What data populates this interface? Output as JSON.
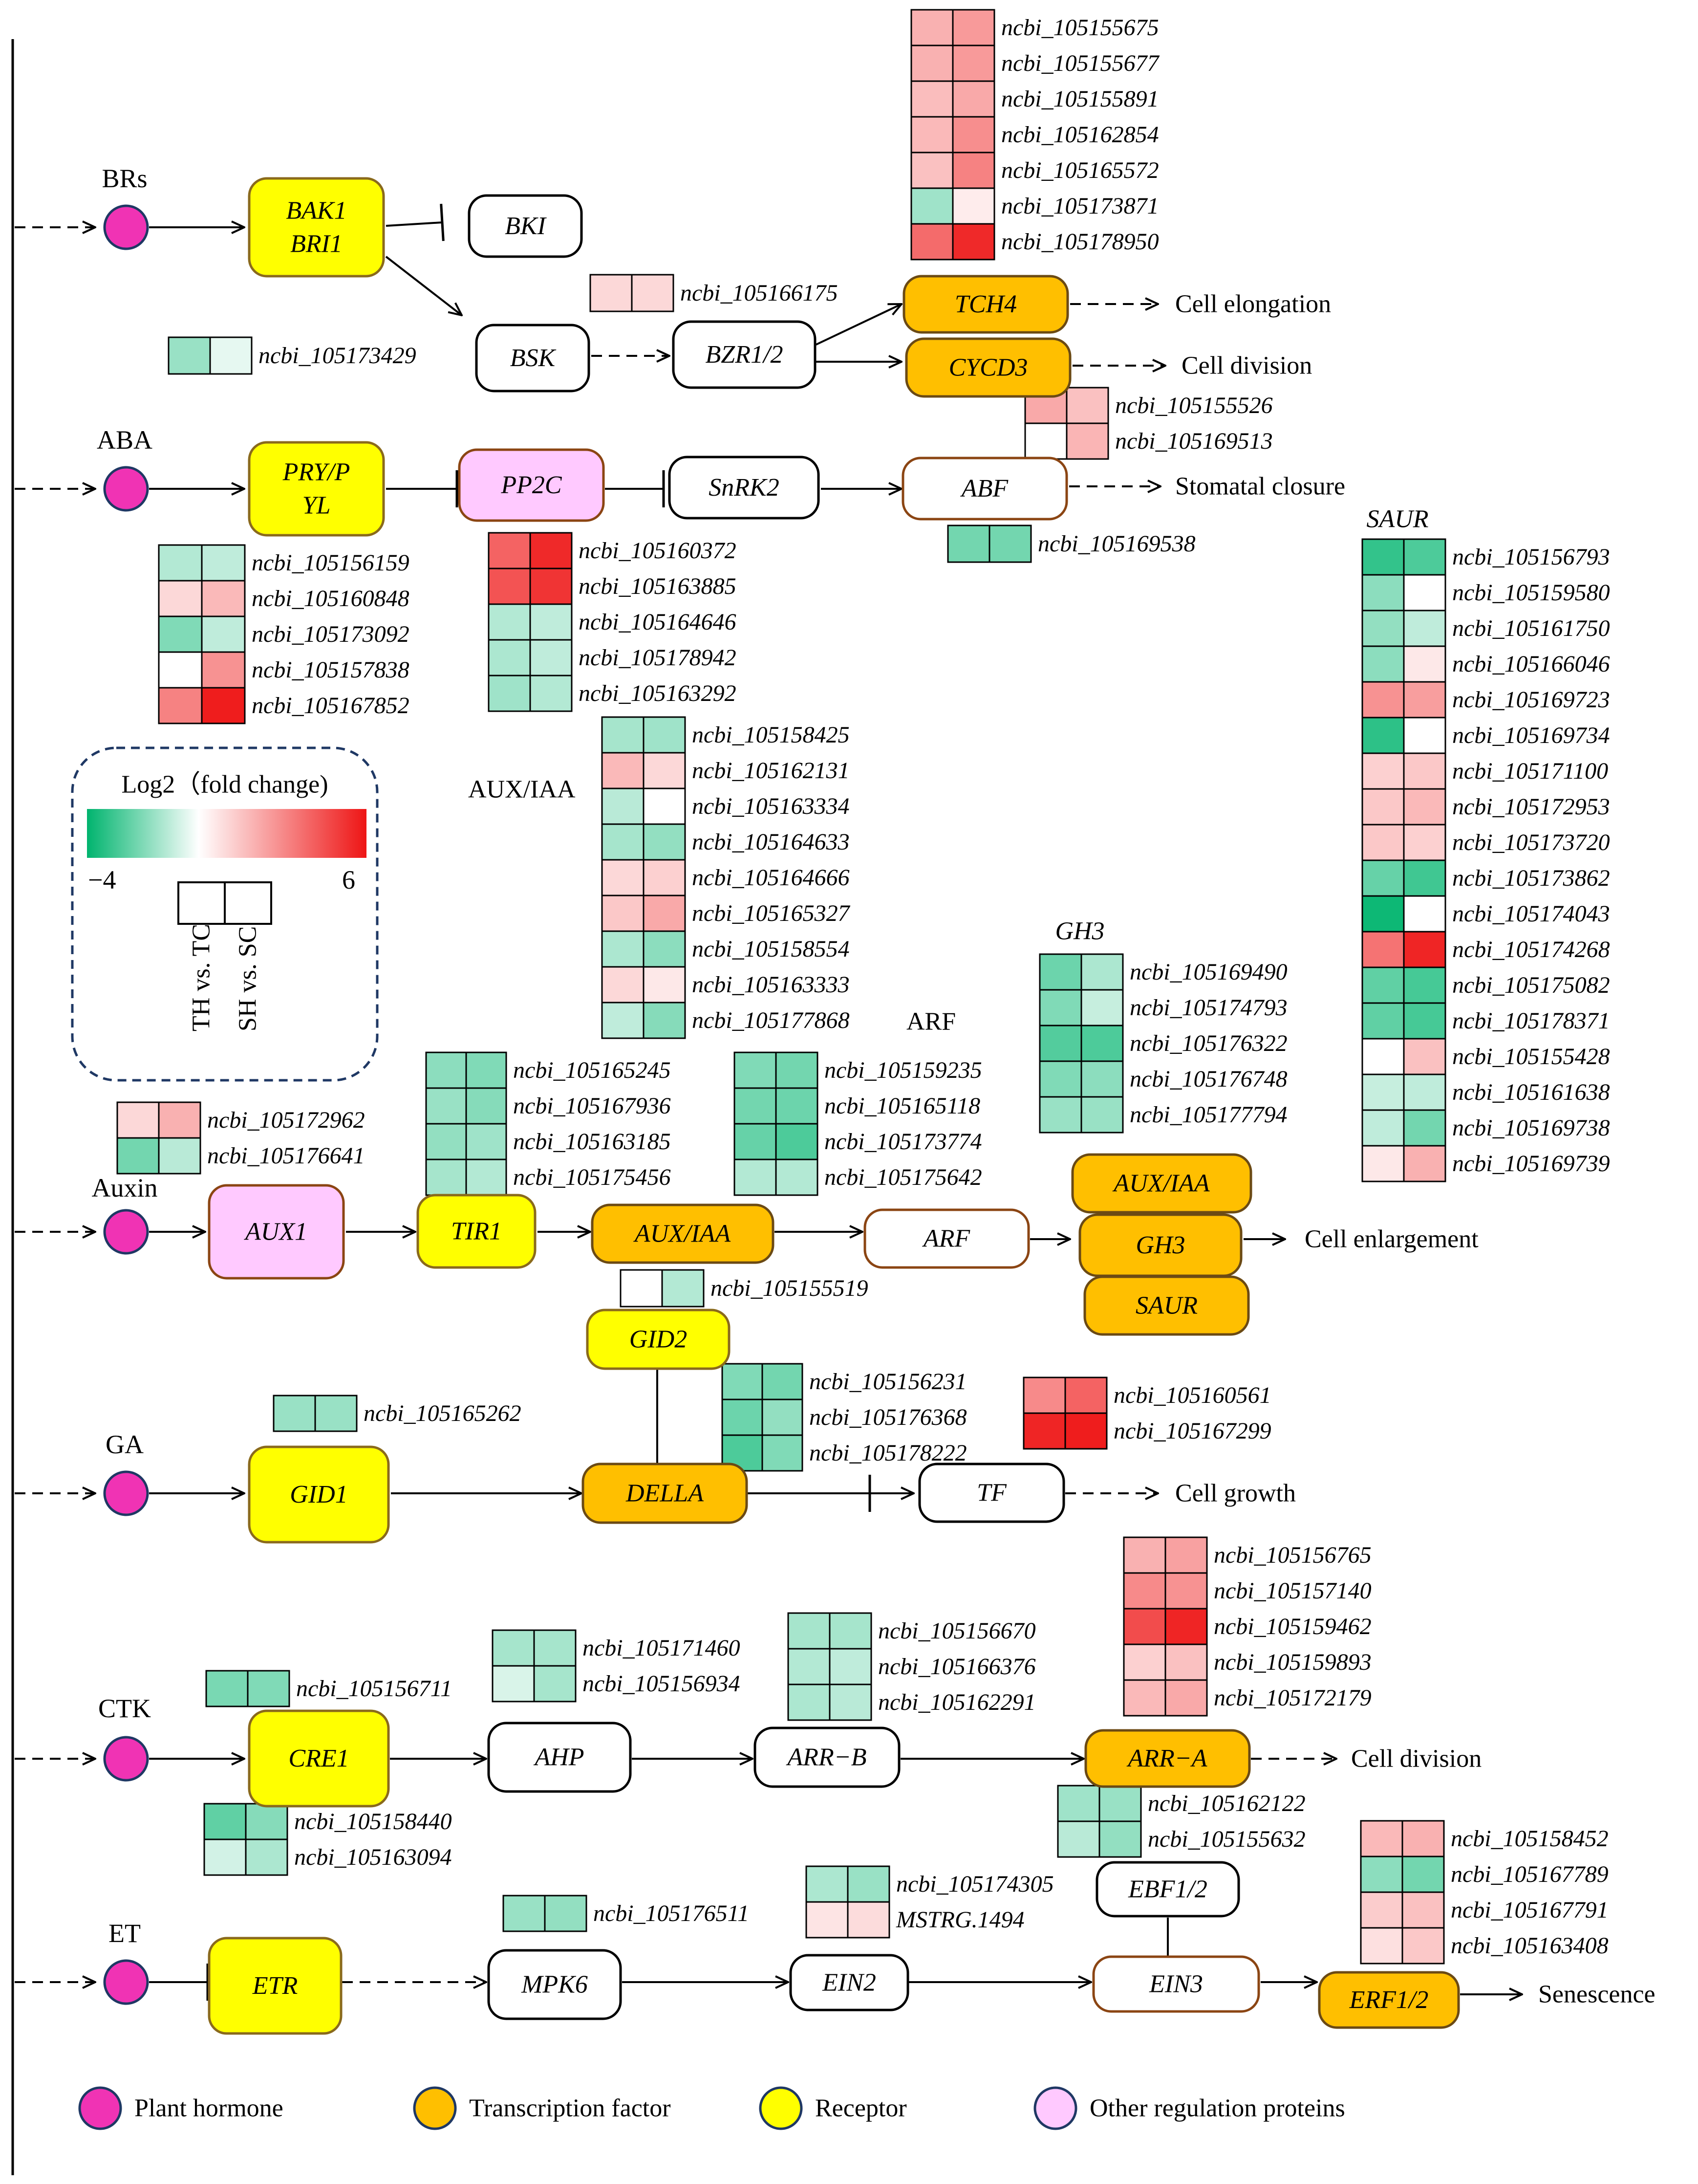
{
  "colors": {
    "hormone": "#f033b4",
    "tf": "#ffbf00",
    "receptor": "#ffff00",
    "other": "#ffc9ff",
    "scale_low": "#00b46e",
    "scale_mid": "#ffffff",
    "scale_high": "#ee1515"
  },
  "pathways": [
    {
      "id": "br",
      "label": "BRs"
    },
    {
      "id": "aba",
      "label": "ABA"
    },
    {
      "id": "auxin",
      "label": "Auxin"
    },
    {
      "id": "ga",
      "label": "GA"
    },
    {
      "id": "ctk",
      "label": "CTK"
    },
    {
      "id": "et",
      "label": "ET"
    }
  ],
  "nodes": [
    {
      "id": "bak1",
      "lines": [
        "BAK1",
        "BRI1"
      ],
      "kind": "receptor"
    },
    {
      "id": "bki",
      "lines": [
        "BKI"
      ],
      "kind": "plain"
    },
    {
      "id": "bsk",
      "lines": [
        "BSK"
      ],
      "kind": "plain"
    },
    {
      "id": "bzr",
      "lines": [
        "BZR1/2"
      ],
      "kind": "plain"
    },
    {
      "id": "tch4",
      "lines": [
        "TCH4"
      ],
      "kind": "tf"
    },
    {
      "id": "cycd3",
      "lines": [
        "CYCD3"
      ],
      "kind": "tf"
    },
    {
      "id": "pyl",
      "lines": [
        "PRY/P",
        "YL"
      ],
      "kind": "receptor"
    },
    {
      "id": "pp2c",
      "lines": [
        "PP2C"
      ],
      "kind": "other"
    },
    {
      "id": "snrk2",
      "lines": [
        "SnRK2"
      ],
      "kind": "plain"
    },
    {
      "id": "abf",
      "lines": [
        "ABF"
      ],
      "kind": "brown"
    },
    {
      "id": "aux1",
      "lines": [
        "AUX1"
      ],
      "kind": "other"
    },
    {
      "id": "tir1",
      "lines": [
        "TIR1"
      ],
      "kind": "receptor"
    },
    {
      "id": "auxiaa",
      "lines": [
        "AUX/IAA"
      ],
      "kind": "tf"
    },
    {
      "id": "arf",
      "lines": [
        "ARF"
      ],
      "kind": "brown"
    },
    {
      "id": "auxiaa2",
      "lines": [
        "AUX/IAA"
      ],
      "kind": "tf"
    },
    {
      "id": "gh3",
      "lines": [
        "GH3"
      ],
      "kind": "tf"
    },
    {
      "id": "saur",
      "lines": [
        "SAUR"
      ],
      "kind": "tf"
    },
    {
      "id": "gid2",
      "lines": [
        "GID2"
      ],
      "kind": "receptor"
    },
    {
      "id": "gid1",
      "lines": [
        "GID1"
      ],
      "kind": "receptor"
    },
    {
      "id": "della",
      "lines": [
        "DELLA"
      ],
      "kind": "tf"
    },
    {
      "id": "tf",
      "lines": [
        "TF"
      ],
      "kind": "plain"
    },
    {
      "id": "cre1",
      "lines": [
        "CRE1"
      ],
      "kind": "receptor"
    },
    {
      "id": "ahp",
      "lines": [
        "AHP"
      ],
      "kind": "plain"
    },
    {
      "id": "arrb",
      "lines": [
        "ARR−B"
      ],
      "kind": "plain"
    },
    {
      "id": "arra",
      "lines": [
        "ARR−A"
      ],
      "kind": "tf"
    },
    {
      "id": "etr",
      "lines": [
        "ETR"
      ],
      "kind": "receptor"
    },
    {
      "id": "mpk6",
      "lines": [
        "MPK6"
      ],
      "kind": "plain"
    },
    {
      "id": "ein2",
      "lines": [
        "EIN2"
      ],
      "kind": "plain"
    },
    {
      "id": "ebf",
      "lines": [
        "EBF1/2"
      ],
      "kind": "plain"
    },
    {
      "id": "ein3",
      "lines": [
        "EIN3"
      ],
      "kind": "brown"
    },
    {
      "id": "erf",
      "lines": [
        "ERF1/2"
      ],
      "kind": "tf"
    }
  ],
  "outcomes": [
    {
      "id": "o1",
      "label": "Cell elongation"
    },
    {
      "id": "o2",
      "label": "Cell division"
    },
    {
      "id": "o3",
      "label": "Stomatal closure"
    },
    {
      "id": "o4",
      "label": "Cell enlargement"
    },
    {
      "id": "o5",
      "label": "Cell growth"
    },
    {
      "id": "o6",
      "label": "Cell division"
    },
    {
      "id": "o7",
      "label": "Senescence"
    }
  ],
  "group_labels": [
    {
      "id": "saur",
      "label": "SAUR",
      "italic": true
    },
    {
      "id": "gh3",
      "label": "GH3",
      "italic": true
    },
    {
      "id": "auxiaa",
      "label": "AUX/IAA",
      "italic": false
    },
    {
      "id": "arf",
      "label": "ARF",
      "italic": false
    }
  ],
  "heatmaps": [
    {
      "id": "tch4",
      "genes": [
        {
          "name": "ncbi_105155675",
          "th": 2.0,
          "sh": 2.6
        },
        {
          "name": "ncbi_105155677",
          "th": 2.0,
          "sh": 2.6
        },
        {
          "name": "ncbi_105155891",
          "th": 1.7,
          "sh": 2.2
        },
        {
          "name": "ncbi_105162854",
          "th": 1.8,
          "sh": 2.9
        },
        {
          "name": "ncbi_105165572",
          "th": 1.6,
          "sh": 3.2
        },
        {
          "name": "ncbi_105173871",
          "th": -1.5,
          "sh": 0.5
        },
        {
          "name": "ncbi_105178950",
          "th": 3.8,
          "sh": 5.5
        }
      ]
    },
    {
      "id": "tch4b",
      "genes": [
        {
          "name": "ncbi_105166175",
          "th": 1.0,
          "sh": 1.0
        }
      ]
    },
    {
      "id": "bsk",
      "genes": [
        {
          "name": "ncbi_105173429",
          "th": -1.6,
          "sh": -0.4
        }
      ]
    },
    {
      "id": "abf",
      "genes": [
        {
          "name": "ncbi_105155526",
          "th": 2.2,
          "sh": 1.6
        },
        {
          "name": "ncbi_105169513",
          "th": 0.0,
          "sh": 1.9
        }
      ]
    },
    {
      "id": "abf2",
      "genes": [
        {
          "name": "ncbi_105169538",
          "th": -2.2,
          "sh": -2.2
        }
      ]
    },
    {
      "id": "pyl",
      "genes": [
        {
          "name": "ncbi_105156159",
          "th": -1.2,
          "sh": -1.0
        },
        {
          "name": "ncbi_105160848",
          "th": 1.0,
          "sh": 1.8
        },
        {
          "name": "ncbi_105173092",
          "th": -2.0,
          "sh": -1.0
        },
        {
          "name": "ncbi_105157838",
          "th": 0.0,
          "sh": 2.8
        },
        {
          "name": "ncbi_105167852",
          "th": 3.2,
          "sh": 5.8
        }
      ]
    },
    {
      "id": "pp2c",
      "genes": [
        {
          "name": "ncbi_105160372",
          "th": 4.0,
          "sh": 5.5
        },
        {
          "name": "ncbi_105163885",
          "th": 4.4,
          "sh": 5.2
        },
        {
          "name": "ncbi_105164646",
          "th": -1.2,
          "sh": -1.0
        },
        {
          "name": "ncbi_105178942",
          "th": -1.3,
          "sh": -1.0
        },
        {
          "name": "ncbi_105163292",
          "th": -1.5,
          "sh": -1.2
        }
      ]
    },
    {
      "id": "auxiaa",
      "genes": [
        {
          "name": "ncbi_105158425",
          "th": -1.4,
          "sh": -1.5
        },
        {
          "name": "ncbi_105162131",
          "th": 1.8,
          "sh": 1.0
        },
        {
          "name": "ncbi_105163334",
          "th": -1.1,
          "sh": 0.0
        },
        {
          "name": "ncbi_105164633",
          "th": -1.4,
          "sh": -1.7
        },
        {
          "name": "ncbi_105164666",
          "th": 1.0,
          "sh": 1.2
        },
        {
          "name": "ncbi_105165327",
          "th": 1.4,
          "sh": 2.2
        },
        {
          "name": "ncbi_105158554",
          "th": -1.3,
          "sh": -1.8
        },
        {
          "name": "ncbi_105163333",
          "th": 1.0,
          "sh": 0.6
        },
        {
          "name": "ncbi_105177868",
          "th": -1.0,
          "sh": -1.9
        }
      ]
    },
    {
      "id": "gh3",
      "genes": [
        {
          "name": "ncbi_105169490",
          "th": -2.3,
          "sh": -1.3
        },
        {
          "name": "ncbi_105174793",
          "th": -2.0,
          "sh": -0.9
        },
        {
          "name": "ncbi_105176322",
          "th": -2.7,
          "sh": -2.8
        },
        {
          "name": "ncbi_105176748",
          "th": -2.0,
          "sh": -1.8
        },
        {
          "name": "ncbi_105177794",
          "th": -1.6,
          "sh": -1.6
        }
      ]
    },
    {
      "id": "tir1",
      "genes": [
        {
          "name": "ncbi_105165245",
          "th": -1.8,
          "sh": -2.0
        },
        {
          "name": "ncbi_105167936",
          "th": -1.6,
          "sh": -1.9
        },
        {
          "name": "ncbi_105163185",
          "th": -1.7,
          "sh": -1.5
        },
        {
          "name": "ncbi_105175456",
          "th": -1.4,
          "sh": -1.2
        }
      ]
    },
    {
      "id": "arf",
      "genes": [
        {
          "name": "ncbi_105159235",
          "th": -2.0,
          "sh": -2.2
        },
        {
          "name": "ncbi_105165118",
          "th": -2.2,
          "sh": -2.3
        },
        {
          "name": "ncbi_105173774",
          "th": -2.4,
          "sh": -2.8
        },
        {
          "name": "ncbi_105175642",
          "th": -1.2,
          "sh": -1.2
        }
      ]
    },
    {
      "id": "aux1",
      "genes": [
        {
          "name": "ncbi_105172962",
          "th": 1.0,
          "sh": 2.0
        },
        {
          "name": "ncbi_105176641",
          "th": -2.2,
          "sh": -1.1
        }
      ]
    },
    {
      "id": "saur",
      "genes": [
        {
          "name": "ncbi_105156793",
          "th": -3.2,
          "sh": -2.8
        },
        {
          "name": "ncbi_105159580",
          "th": -1.8,
          "sh": 0.0
        },
        {
          "name": "ncbi_105161750",
          "th": -1.7,
          "sh": -1.0
        },
        {
          "name": "ncbi_105166046",
          "th": -1.8,
          "sh": 0.6
        },
        {
          "name": "ncbi_105169723",
          "th": 2.8,
          "sh": 2.5
        },
        {
          "name": "ncbi_105169734",
          "th": -3.3,
          "sh": 0.0
        },
        {
          "name": "ncbi_105171100",
          "th": 1.2,
          "sh": 1.4
        },
        {
          "name": "ncbi_105172953",
          "th": 1.4,
          "sh": 1.8
        },
        {
          "name": "ncbi_105173720",
          "th": 1.4,
          "sh": 1.2
        },
        {
          "name": "ncbi_105173862",
          "th": -2.4,
          "sh": -3.0
        },
        {
          "name": "ncbi_105174043",
          "th": -3.8,
          "sh": 0.0
        },
        {
          "name": "ncbi_105174268",
          "th": 3.6,
          "sh": 5.6
        },
        {
          "name": "ncbi_105175082",
          "th": -2.5,
          "sh": -2.9
        },
        {
          "name": "ncbi_105178371",
          "th": -2.5,
          "sh": -2.9
        },
        {
          "name": "ncbi_105155428",
          "th": 0.0,
          "sh": 1.6
        },
        {
          "name": "ncbi_105161638",
          "th": -0.9,
          "sh": -1.0
        },
        {
          "name": "ncbi_105169738",
          "th": -1.0,
          "sh": -2.2
        },
        {
          "name": "ncbi_105169739",
          "th": 0.6,
          "sh": 2.0
        }
      ]
    },
    {
      "id": "gid2",
      "genes": [
        {
          "name": "ncbi_105155519",
          "th": 0.0,
          "sh": -1.2
        }
      ]
    },
    {
      "id": "gid1",
      "genes": [
        {
          "name": "ncbi_105165262",
          "th": -1.6,
          "sh": -1.6
        }
      ]
    },
    {
      "id": "della",
      "genes": [
        {
          "name": "ncbi_105156231",
          "th": -2.0,
          "sh": -2.2
        },
        {
          "name": "ncbi_105176368",
          "th": -2.3,
          "sh": -1.7
        },
        {
          "name": "ncbi_105178222",
          "th": -2.8,
          "sh": -2.0
        }
      ]
    },
    {
      "id": "tf",
      "genes": [
        {
          "name": "ncbi_105160561",
          "th": 3.0,
          "sh": 4.0
        },
        {
          "name": "ncbi_105167299",
          "th": 5.6,
          "sh": 5.8
        }
      ]
    },
    {
      "id": "arra",
      "genes": [
        {
          "name": "ncbi_105156765",
          "th": 2.0,
          "sh": 2.4
        },
        {
          "name": "ncbi_105157140",
          "th": 3.0,
          "sh": 2.8
        },
        {
          "name": "ncbi_105159462",
          "th": 4.6,
          "sh": 5.6
        },
        {
          "name": "ncbi_105159893",
          "th": 1.2,
          "sh": 1.6
        },
        {
          "name": "ncbi_105172179",
          "th": 1.8,
          "sh": 2.2
        }
      ]
    },
    {
      "id": "arrb",
      "genes": [
        {
          "name": "ncbi_105156670",
          "th": -1.4,
          "sh": -1.4
        },
        {
          "name": "ncbi_105166376",
          "th": -1.2,
          "sh": -1.0
        },
        {
          "name": "ncbi_105162291",
          "th": -1.3,
          "sh": -1.1
        }
      ]
    },
    {
      "id": "ahp",
      "genes": [
        {
          "name": "ncbi_105171460",
          "th": -1.4,
          "sh": -1.4
        },
        {
          "name": "ncbi_105156934",
          "th": -0.6,
          "sh": -1.4
        }
      ]
    },
    {
      "id": "cre1",
      "genes": [
        {
          "name": "ncbi_105156711",
          "th": -2.1,
          "sh": -2.0
        }
      ]
    },
    {
      "id": "ebf",
      "genes": [
        {
          "name": "ncbi_105162122",
          "th": -1.5,
          "sh": -1.6
        },
        {
          "name": "ncbi_105155632",
          "th": -1.1,
          "sh": -1.7
        }
      ]
    },
    {
      "id": "erf",
      "genes": [
        {
          "name": "ncbi_105158452",
          "th": 1.8,
          "sh": 2.0
        },
        {
          "name": "ncbi_105167789",
          "th": -1.8,
          "sh": -2.2
        },
        {
          "name": "ncbi_105167791",
          "th": 1.3,
          "sh": 1.6
        },
        {
          "name": "ncbi_105163408",
          "th": 0.8,
          "sh": 1.4
        }
      ]
    },
    {
      "id": "etr",
      "genes": [
        {
          "name": "ncbi_105158440",
          "th": -2.5,
          "sh": -1.9
        },
        {
          "name": "ncbi_105163094",
          "th": -0.7,
          "sh": -1.3
        }
      ]
    },
    {
      "id": "mpk6",
      "genes": [
        {
          "name": "ncbi_105176511",
          "th": -1.6,
          "sh": -1.7
        }
      ]
    },
    {
      "id": "ein2",
      "genes": [
        {
          "name": "ncbi_105174305",
          "th": -1.3,
          "sh": -1.6
        },
        {
          "name": "MSTRG.1494",
          "th": 0.7,
          "sh": 0.9
        }
      ]
    }
  ],
  "legend_box": {
    "title": "Log2（fold change)",
    "min": "−4",
    "max": "6",
    "col1": "TH vs. TC",
    "col2": "SH vs. SC"
  },
  "legend": [
    {
      "kind": "hormone",
      "label": "Plant hormone"
    },
    {
      "kind": "tf",
      "label": "Transcription factor"
    },
    {
      "kind": "receptor",
      "label": "Receptor"
    },
    {
      "kind": "other",
      "label": "Other regulation proteins"
    }
  ]
}
